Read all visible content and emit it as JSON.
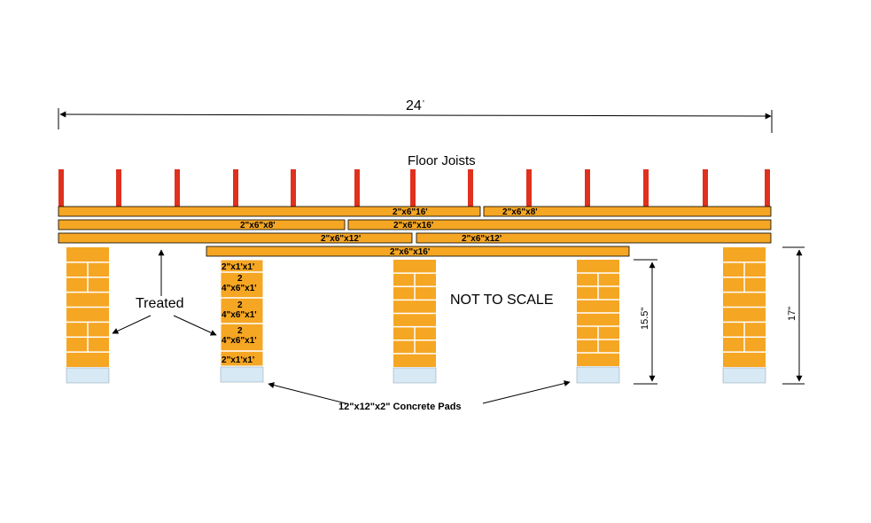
{
  "dimension_top": "24",
  "dimension_top_unit_mark": "'",
  "floor_joists_label": "Floor Joists",
  "boards": {
    "row1_left": "2\"x6\"16'",
    "row1_right": "2\"x6\"x8'",
    "row2_left": "2\"x6\"x8'",
    "row2_right": "2\"x6\"x16'",
    "row3_left": "2\"x6\"x12'",
    "row3_right": "2\"x6\"x12'",
    "row4_center": "2\"x6\"x16'"
  },
  "pier_labels": {
    "top": "2\"x1'x1'",
    "qty1": "2",
    "block1": "4\"x6\"x1'",
    "qty2": "2",
    "block2": "4\"x6\"x1'",
    "qty3": "2",
    "block3": "4\"x6\"x1'",
    "bottom": "2\"x1'x1'"
  },
  "treated_label": "Treated",
  "not_to_scale_label": "NOT TO SCALE",
  "concrete_pads_label": "12\"x12\"x2\" Concrete Pads",
  "dim_15_5": "15.5\"",
  "dim_17": "17\"",
  "colors": {
    "joist": "#e0301e",
    "board": "#f5a623",
    "pad": "#d6e9f5",
    "line": "#000000"
  }
}
